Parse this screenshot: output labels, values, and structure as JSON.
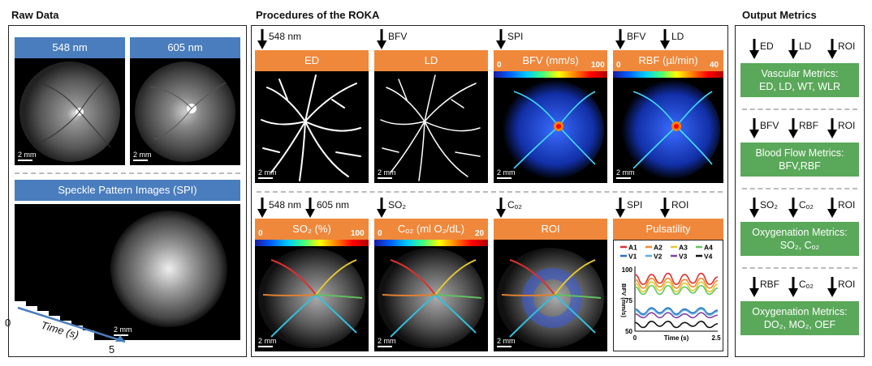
{
  "sections": {
    "raw": "Raw Data",
    "procedures": "Procedures of the ROKA",
    "output": "Output Metrics"
  },
  "raw": {
    "img1_label": "548 nm",
    "img2_label": "605 nm",
    "spi_label": "Speckle Pattern Images (SPI)",
    "scale": "2 mm",
    "time_axis": "Time (s)",
    "t0": "0",
    "t5": "5"
  },
  "procedures": {
    "row1": [
      {
        "inputs": [
          "548 nm"
        ],
        "header": "ED"
      },
      {
        "inputs": [
          "BFV"
        ],
        "header": "LD"
      },
      {
        "inputs": [
          "SPI"
        ],
        "header": "BFV (mm/s)",
        "cmin": "0",
        "cmax": "100"
      },
      {
        "inputs": [
          "BFV",
          "LD"
        ],
        "header": "RBF (µl/min)",
        "cmin": "0",
        "cmax": "40"
      }
    ],
    "row2": [
      {
        "inputs": [
          "548 nm",
          "605 nm"
        ],
        "header": "SO₂ (%)",
        "cmin": "0",
        "cmax": "100"
      },
      {
        "inputs": [
          "SO₂"
        ],
        "header": "Cₒ₂ (ml O₂/dL)",
        "cmin": "0",
        "cmax": "20"
      },
      {
        "inputs": [
          "Cₒ₂"
        ],
        "header": "ROI"
      },
      {
        "inputs": [
          "SPI",
          "ROI"
        ],
        "header": "Pulsatility"
      }
    ],
    "scale": "2 mm"
  },
  "chart_data": {
    "type": "line",
    "xlabel": "Time (s)",
    "ylabel": "BFV (mm/s)",
    "xlim": [
      0,
      2.5
    ],
    "ylim": [
      50,
      100
    ],
    "xticks": [
      "0",
      "2.5"
    ],
    "yticks": [
      "100",
      "75",
      "50"
    ],
    "x": [
      0,
      0.25,
      0.5,
      0.75,
      1.0,
      1.25,
      1.5,
      1.75,
      2.0,
      2.25,
      2.5
    ],
    "series": [
      {
        "name": "A1",
        "color": "#e03030",
        "values": [
          96,
          88,
          96,
          89,
          97,
          88,
          96,
          89,
          97,
          88,
          94
        ]
      },
      {
        "name": "A2",
        "color": "#f08a30",
        "values": [
          92,
          85,
          93,
          86,
          93,
          85,
          92,
          86,
          93,
          85,
          91
        ]
      },
      {
        "name": "A3",
        "color": "#e8c830",
        "values": [
          89,
          82,
          90,
          83,
          90,
          82,
          89,
          83,
          90,
          82,
          88
        ]
      },
      {
        "name": "A4",
        "color": "#60c860",
        "values": [
          86,
          80,
          87,
          80,
          87,
          80,
          86,
          81,
          87,
          80,
          85
        ]
      },
      {
        "name": "V1",
        "color": "#2b6fc0",
        "values": [
          68,
          64,
          69,
          65,
          69,
          64,
          68,
          65,
          69,
          64,
          67
        ]
      },
      {
        "name": "V2",
        "color": "#5ab0e0",
        "values": [
          67,
          63,
          68,
          64,
          68,
          63,
          67,
          64,
          68,
          63,
          66
        ]
      },
      {
        "name": "V3",
        "color": "#8040a0",
        "values": [
          64,
          61,
          65,
          61,
          65,
          61,
          64,
          61,
          65,
          61,
          63
        ]
      },
      {
        "name": "V4",
        "color": "#111111",
        "values": [
          57,
          53,
          58,
          54,
          58,
          53,
          57,
          54,
          58,
          53,
          56
        ]
      }
    ]
  },
  "output": [
    {
      "inputs": [
        "ED",
        "LD",
        "ROI"
      ],
      "title": "Vascular Metrics:",
      "body": "ED, LD, WT, WLR"
    },
    {
      "inputs": [
        "BFV",
        "RBF",
        "ROI"
      ],
      "title": "Blood Flow Metrics:",
      "body": "BFV,RBF"
    },
    {
      "inputs": [
        "SO₂",
        "Cₒ₂",
        "ROI"
      ],
      "title": "Oxygenation Metrics:",
      "body": "SO₂, Cₒ₂"
    },
    {
      "inputs": [
        "RBF",
        "Cₒ₂",
        "ROI"
      ],
      "title": "Oxygenation Metrics:",
      "body": "DO₂, MO₂, OEF"
    }
  ],
  "colors": {
    "blue": "#4a7dbd",
    "orange": "#f0883c",
    "green": "#5aa85a"
  }
}
